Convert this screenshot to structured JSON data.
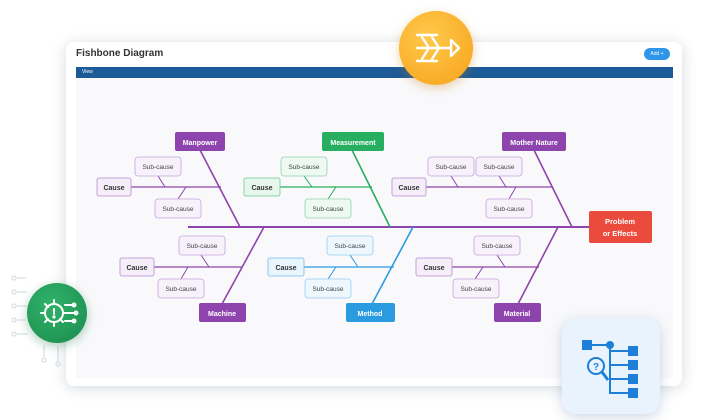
{
  "window": {
    "title": "Fishbone Diagram",
    "add_label": "Add +",
    "view_label": "View"
  },
  "diagram": {
    "effect": {
      "line1": "Problem",
      "line2": "or Effects",
      "color": "#ea4b3c"
    },
    "categories": [
      {
        "label": "Manpower",
        "color": "#8e44ad"
      },
      {
        "label": "Measurement",
        "color": "#27ae60"
      },
      {
        "label": "Mother Nature",
        "color": "#8e44ad"
      },
      {
        "label": "Machine",
        "color": "#8e44ad"
      },
      {
        "label": "Method",
        "color": "#2b9be0"
      },
      {
        "label": "Material",
        "color": "#8e44ad"
      }
    ],
    "cause_label": "Cause",
    "subcause_label": "Sub-cause"
  },
  "icons": {
    "top_badge": "fishbone-icon",
    "left_badge": "settings-chip-icon",
    "right_badge": "question-tree-icon"
  },
  "colors": {
    "purple": "#8e44ad",
    "green": "#27ae60",
    "blue": "#2b9be0",
    "red": "#ea4b3c",
    "title_bar": "#1c5a98"
  }
}
